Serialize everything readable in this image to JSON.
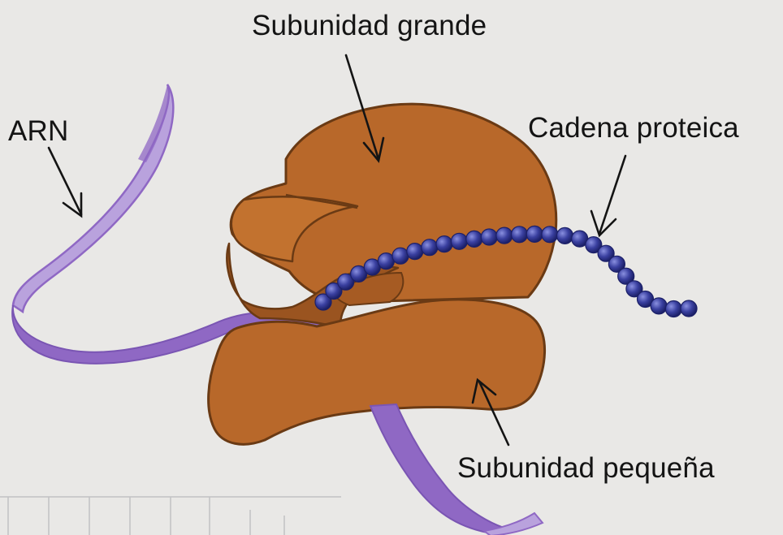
{
  "title": "",
  "labels": {
    "large_subunit": "Subunidad grande",
    "rna": "ARN",
    "protein_chain": "Cadena proteica",
    "small_subunit": "Subunidad pequeña"
  },
  "colors": {
    "paper": "#e9e8e6",
    "ribosome": "#b8682a",
    "ribosome_outline": "#6a3a14",
    "rna": "#8f68c4",
    "rna_light": "#b9a2dd",
    "protein_bead": "#33388f",
    "text": "#141414"
  },
  "protein_chain": {
    "bead_count": 28
  }
}
